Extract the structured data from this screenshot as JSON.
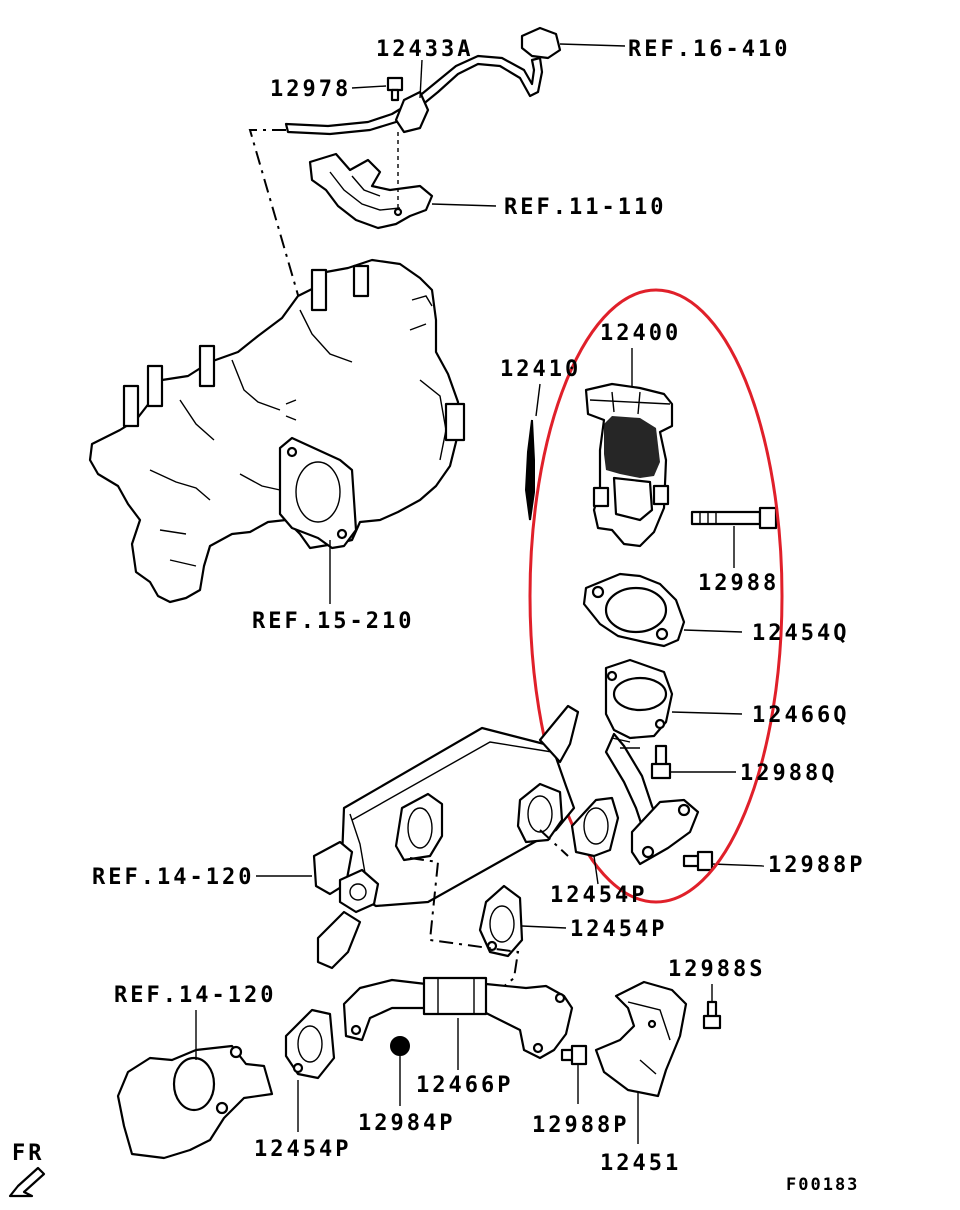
{
  "labels": {
    "ref_16_410": "REF.16-410",
    "p12433A": "12433A",
    "p12978": "12978",
    "ref_11_110": "REF.11-110",
    "p12400": "12400",
    "p12410": "12410",
    "p12988": "12988",
    "p12454Q": "12454Q",
    "p12466Q": "12466Q",
    "p12988Q": "12988Q",
    "ref_15_210": "REF.15-210",
    "ref_14_120_a": "REF.14-120",
    "p12988P_a": "12988P",
    "p12454P_a": "12454P",
    "p12454P_b": "12454P",
    "p12988S": "12988S",
    "ref_14_120_b": "REF.14-120",
    "p12466P": "12466P",
    "p12984P": "12984P",
    "p12988P_b": "12988P",
    "p12454P_c": "12454P",
    "p12451": "12451",
    "fr": "FR",
    "figure_code": "F00183"
  },
  "highlight_color": "#e0202a"
}
